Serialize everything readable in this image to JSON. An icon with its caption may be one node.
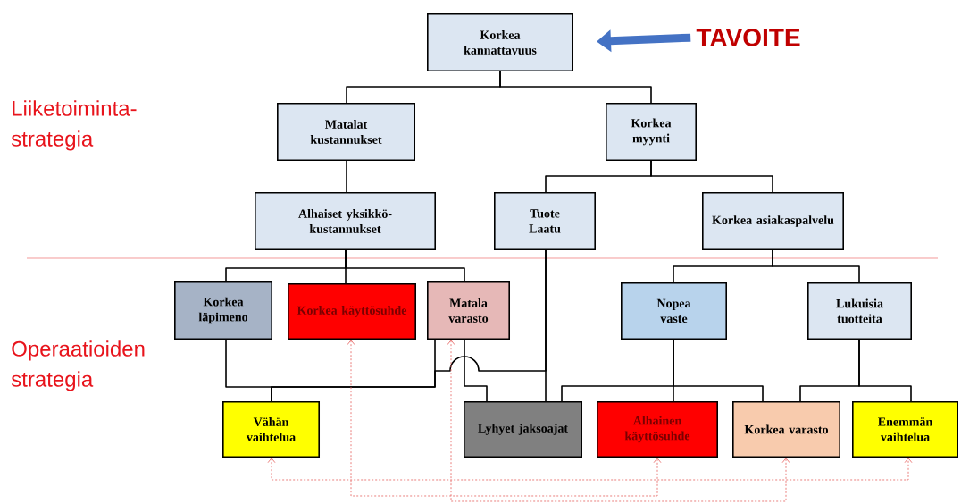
{
  "diagram": {
    "nodes": [
      {
        "text": [
          "Korkea kannattavuus"
        ]
      },
      {
        "text": [
          "Matalat kustannukset"
        ]
      },
      {
        "text": [
          "Korkea myynti"
        ]
      },
      {
        "text": [
          "Alhaiset yksikkö-kustannukset"
        ]
      },
      {
        "text": [
          "Tuote Laatu"
        ]
      },
      {
        "text": [
          "Korkea asiakaspalvelu"
        ]
      },
      {
        "text": [
          "Korkea läpimeno"
        ]
      },
      {
        "text": [
          "Korkea käyttösuhde"
        ]
      },
      {
        "text": [
          "Matala varasto"
        ]
      },
      {
        "text": [
          "Nopea vaste"
        ]
      },
      {
        "text": [
          "Lukuisia tuotteita"
        ]
      },
      {
        "text": [
          "Vähän vaihtelua"
        ]
      },
      {
        "text": [
          "Lyhyet jaksoajat"
        ]
      },
      {
        "text": [
          "Alhainen käyttösuhde"
        ]
      },
      {
        "text": [
          "Korkea varasto"
        ]
      },
      {
        "text": [
          "Enemmän vaihtelua"
        ]
      },
      {
        "text": [
          "TAVOITE"
        ]
      }
    ],
    "edges": [
      {
        "from": 0,
        "to": 1,
        "arrow": "none"
      },
      {
        "from": 0,
        "to": 2,
        "arrow": "none"
      },
      {
        "from": 1,
        "to": 3,
        "arrow": "none"
      },
      {
        "from": 2,
        "to": 4,
        "arrow": "none"
      },
      {
        "from": 2,
        "to": 5,
        "arrow": "none"
      },
      {
        "from": 3,
        "to": 6,
        "arrow": "none"
      },
      {
        "from": 3,
        "to": 7,
        "arrow": "none"
      },
      {
        "from": 3,
        "to": 8,
        "arrow": "none"
      },
      {
        "from": 5,
        "to": 9,
        "arrow": "none"
      },
      {
        "from": 5,
        "to": 10,
        "arrow": "none"
      },
      {
        "from": 6,
        "to": 11,
        "arrow": "none"
      },
      {
        "from": 8,
        "to": 11,
        "arrow": "none"
      },
      {
        "from": 4,
        "to": 11,
        "arrow": "none"
      },
      {
        "from": 8,
        "to": 12,
        "arrow": "none"
      },
      {
        "from": 4,
        "to": 12,
        "arrow": "none"
      },
      {
        "from": 9,
        "to": 12,
        "arrow": "none"
      },
      {
        "from": 9,
        "to": 13,
        "arrow": "none"
      },
      {
        "from": 9,
        "to": 14,
        "arrow": "none"
      },
      {
        "from": 10,
        "to": 14,
        "arrow": "none"
      },
      {
        "from": 10,
        "to": 15,
        "arrow": "none"
      },
      {
        "from": 11,
        "to": 15,
        "arrow": "both",
        "style": "dashed",
        "color": "#e8706e"
      },
      {
        "from": 7,
        "to": 13,
        "arrow": "both",
        "style": "dashed",
        "color": "#e8706e"
      },
      {
        "from": 8,
        "to": 14,
        "arrow": "both",
        "style": "dashed",
        "color": "#e8706e"
      },
      {
        "from": 16,
        "to": 0,
        "arrow": "to",
        "style": "thick",
        "color": "#4472c4"
      }
    ],
    "labels": [
      "Liiketoiminta-strategia",
      "Operaatioiden strategia"
    ]
  }
}
